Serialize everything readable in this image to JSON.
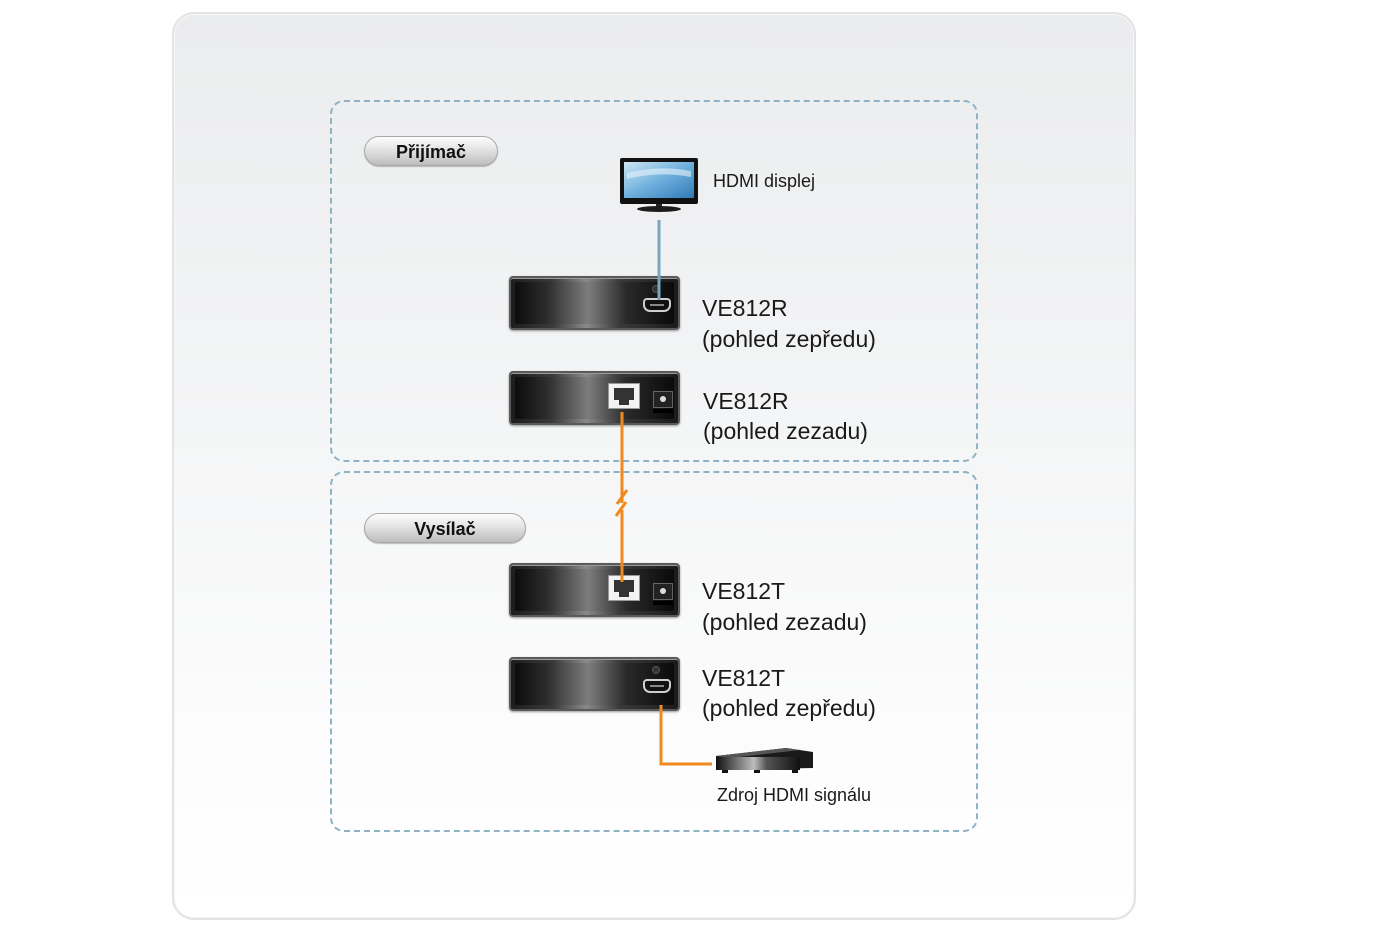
{
  "diagram": {
    "colors": {
      "dashed_border": "#8fb3c6",
      "cat_cable": "#f08a1c",
      "hdmi_cable_display": "#7aa7bf",
      "hdmi_cable_source": "#f08a1c"
    },
    "groups": [
      {
        "name": "receiver",
        "title": "Přijímač",
        "nodes": [
          {
            "id": "hdmi-display",
            "icon": "tv-monitor-icon",
            "label": "HDMI displej"
          },
          {
            "id": "ve812r-front",
            "model": "VE812R",
            "view": "(pohled zepředu)"
          },
          {
            "id": "ve812r-rear",
            "model": "VE812R",
            "view": "(pohled zezadu)"
          }
        ]
      },
      {
        "name": "transmitter",
        "title": "Vysílač",
        "nodes": [
          {
            "id": "ve812t-rear",
            "model": "VE812T",
            "view": "(pohled zezadu)"
          },
          {
            "id": "ve812t-front",
            "model": "VE812T",
            "view": "(pohled zepředu)"
          },
          {
            "id": "hdmi-source",
            "icon": "media-player-icon",
            "label": "Zdroj HDMI signálu"
          }
        ]
      }
    ],
    "connections": [
      {
        "from": "hdmi-display",
        "to": "ve812r-front",
        "type": "HDMI"
      },
      {
        "from": "ve812r-rear",
        "to": "ve812t-rear",
        "type": "Cat 5e/6",
        "break_marker": true
      },
      {
        "from": "ve812t-front",
        "to": "hdmi-source",
        "type": "HDMI"
      }
    ]
  }
}
